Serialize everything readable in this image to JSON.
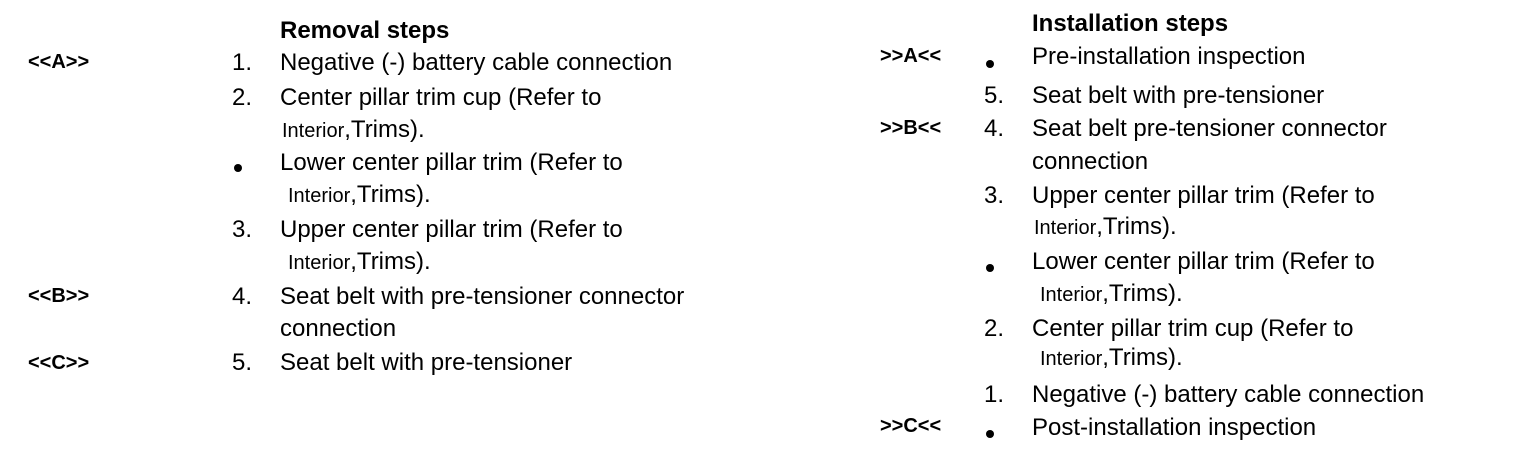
{
  "removal": {
    "heading": "Removal steps",
    "labels": [
      "<<A>>",
      "<<B>>",
      "<<C>>"
    ],
    "items": [
      {
        "marker": "1.",
        "line1": "Negative (-) battery cable connection"
      },
      {
        "marker": "2.",
        "line1": "Center pillar trim cup (Refer to",
        "line2_a": "Interior",
        "line2_b": ",Trims)."
      },
      {
        "marker": "•",
        "line1": "Lower center pillar trim (Refer to",
        "line2_a": "Interior",
        "line2_b": ",Trims)."
      },
      {
        "marker": "3.",
        "line1": "Upper center pillar trim (Refer to",
        "line2_a": "Interior",
        "line2_b": ",Trims)."
      },
      {
        "marker": "4.",
        "line1": "Seat belt with pre-tensioner connector",
        "line2": "connection"
      },
      {
        "marker": "5.",
        "line1": "Seat belt with pre-tensioner"
      }
    ]
  },
  "installation": {
    "heading": "Installation steps",
    "labels": [
      ">>A<<",
      ">>B<<",
      ">>C<<"
    ],
    "items": [
      {
        "marker": "•",
        "line1": "Pre-installation inspection"
      },
      {
        "marker": "5.",
        "line1": "Seat belt with pre-tensioner"
      },
      {
        "marker": "4.",
        "line1": "Seat belt pre-tensioner connector",
        "line2": "connection"
      },
      {
        "marker": "3.",
        "line1": "Upper center pillar trim (Refer to",
        "line2_a": "Interior",
        "line2_b": ",Trims)."
      },
      {
        "marker": "•",
        "line1": "Lower center pillar trim (Refer to",
        "line2_a": "Interior",
        "line2_b": ",Trims)."
      },
      {
        "marker": "2.",
        "line1": "Center pillar trim cup (Refer to",
        "line2_a": "Interior",
        "line2_b": ",Trims)."
      },
      {
        "marker": "1.",
        "line1": "Negative (-) battery cable connection"
      },
      {
        "marker": "•",
        "line1": "Post-installation inspection"
      }
    ]
  }
}
